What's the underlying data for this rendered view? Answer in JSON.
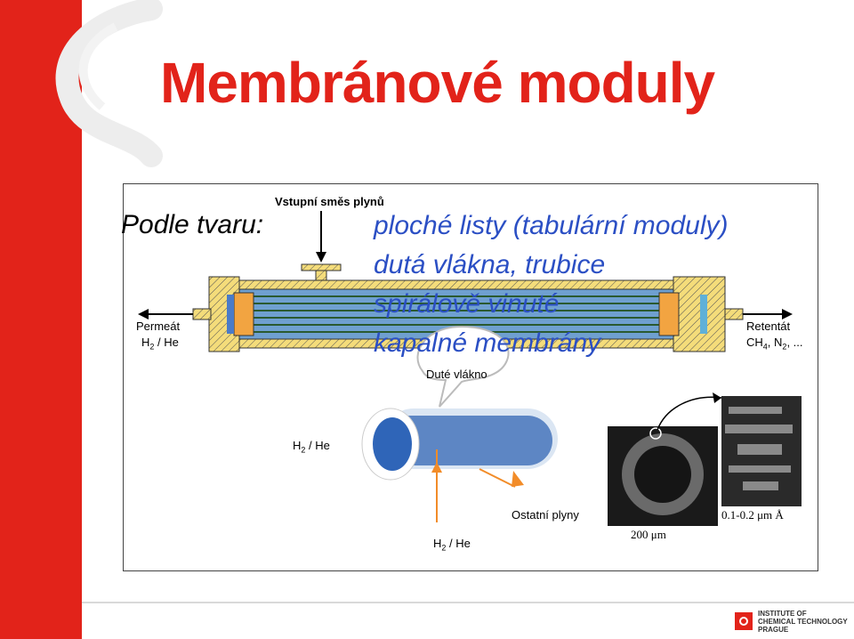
{
  "title": "Membránové moduly",
  "subtitle": "Podle tvaru:",
  "shapes": [
    "ploché listy (tabulární moduly)",
    "dutá vlákna, trubice",
    "spirálově vinuté",
    "kapalné membrány"
  ],
  "figure": {
    "feed_label": "Vstupní směs plynů",
    "permeate_label": "Permeát",
    "permeate_gas": "H",
    "permeate_gas_rest": "/ He",
    "retentate_label": "Retentát",
    "retentate_gas": "CH",
    "retentate_gas_mid": ", N",
    "retentate_gas_rest": ", ...",
    "fiber_label": "Duté vlákno",
    "fiber_gas_left": "H",
    "fiber_gas_left_rest": "/ He",
    "fiber_gas_bottom": "H",
    "fiber_gas_bottom_rest": "/ He",
    "other_gases": "Ostatní plyny",
    "scale_left": "200 μm",
    "scale_right": "0.1-0.2 μm Å",
    "sub_2": "2",
    "sub_4": "4"
  },
  "footer": {
    "institute_line1": "INSTITUTE OF",
    "institute_line2": "CHEMICAL TECHNOLOGY",
    "institute_line3": "PRAGUE"
  },
  "colors": {
    "accent": "#e2231a",
    "list_text": "#2b4fc4",
    "hatch": "#e8c84a",
    "membrane": "#4a7bc8"
  }
}
